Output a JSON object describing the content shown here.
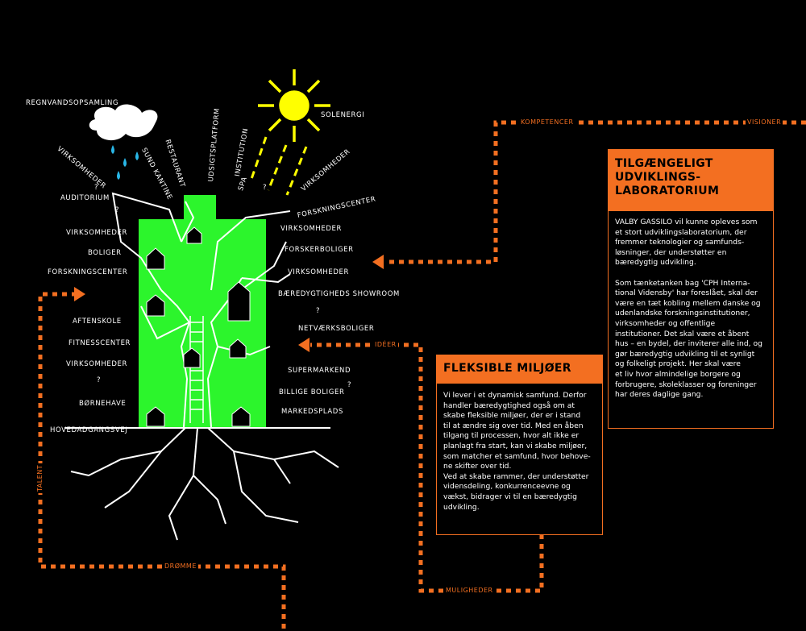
{
  "colors": {
    "accent": "#f36f21",
    "tree_fill": "#2cf52c",
    "sun": "#ffff00",
    "background": "#000000"
  },
  "icons": [
    "rain-cloud-icon",
    "sun-icon",
    "tree-icon",
    "house-icon"
  ],
  "flow_labels": {
    "kompetencer": "KOMPETENCER",
    "visioner": "VISIONER",
    "ideer": "IDÉER",
    "talent": "TALENT",
    "droemme": "DRØMME",
    "muligheder": "MULIGHEDER"
  },
  "tree_labels": {
    "regnvandsopsamling": "REGNVANDSOPSAMLING",
    "solenergi": "SOLENERGI",
    "virksomheder_1": "VIRKSOMHEDER",
    "sund_kantine": "SUND KANTINE",
    "restaurant": "RESTAURANT",
    "udsigtsplatform": "UDSIGTSPLATFORM",
    "institution": "INSTITUTION",
    "spa": "SPA",
    "virksomheder_top": "VIRKSOMHEDER",
    "q_1": "?",
    "q_2": "?",
    "auditorium": "AUDITORIUM",
    "q_3": "?",
    "virksomheder_2": "VIRKSOMHEDER",
    "boliger": "BOLIGER",
    "forskningscenter_left": "FORSKNINGSCENTER",
    "aftenskole": "AFTENSKOLE",
    "fitnesscenter": "FITNESSCENTER",
    "virksomheder_3": "VIRKSOMHEDER",
    "q_4": "?",
    "boernehave": "BØRNEHAVE",
    "hovedadgangsvej": "HOVEDADGANGSVEJ",
    "forskningscenter_right": "FORSKNINGSCENTER",
    "virksomheder_r1": "VIRKSOMHEDER",
    "forskerboliger": "FORSKERBOLIGER",
    "virksomheder_r2": "VIRKSOMHEDER",
    "showroom": "BÆREDYGTIGHEDS SHOWROOM",
    "q_5": "?",
    "netvaerksboliger": "NETVÆRKSBOLIGER",
    "supermarked": "SUPERMARKEND",
    "q_6": "?",
    "billige_boliger": "BILLIGE BOLIGER",
    "markedsplads": "MARKEDSPLADS"
  },
  "box_lab": {
    "title": "TILGÆNGELIGT\nUDVIKLINGS-\nLABORATORIUM",
    "body": "VALBY GASSILO vil kunne opleves som\net stort udviklingslaboratorium, der\nfremmer teknologier og samfunds-\nløsninger, der understøtter en\nbæredygtig udvikling.\n\nSom tænketanken bag 'CPH Interna-\ntional Vidensby' har foreslået, skal der\nvære en tæt kobling mellem danske og\nudenlandske forskningsinstitutioner,\nvirksomheder og offentlige\ninstitutioner. Det skal være et åbent\nhus – en bydel, der inviterer alle ind, og\ngør bæredygtig udvikling til et synligt\nog folkeligt projekt. Her skal være\net liv hvor almindelige borgere og\nforbrugere, skoleklasser og foreninger\nhar deres daglige gang."
  },
  "box_flex": {
    "title": "FLEKSIBLE MILJØER",
    "body": "Vi lever i et dynamisk samfund. Derfor\nhandler bæredygtighed også om at\nskabe fleksible miljøer, der er i stand\ntil at ændre sig over tid. Med en åben\ntilgang til processen, hvor alt ikke er\nplanlagt fra start, kan vi skabe miljøer,\nsom matcher et samfund, hvor behove-\nne skifter over tid.\nVed at skabe rammer, der understøtter\nvidensdeling, konkurrenceevne og\nvækst, bidrager vi til en bæredygtig\nudvikling."
  }
}
